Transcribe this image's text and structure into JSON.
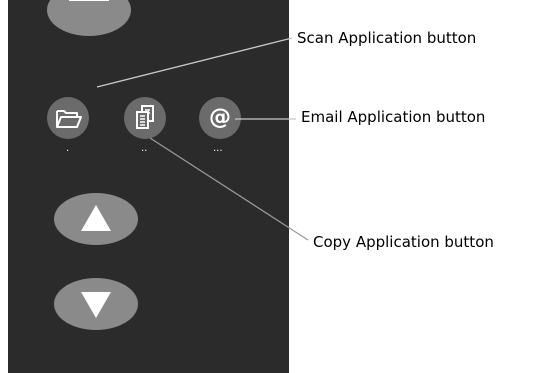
{
  "panel": {
    "background": "#2b2b2b",
    "button_color": "#6b6b6b",
    "nav_color": "#8a8a8a"
  },
  "buttons": {
    "menu": {
      "icon": "menu-bar-icon"
    },
    "scan": {
      "icon": "folder-open-icon",
      "indicator": "."
    },
    "copy": {
      "icon": "copy-documents-icon",
      "indicator": ".."
    },
    "email": {
      "icon": "at-sign-icon",
      "glyph": "@",
      "indicator": "..."
    },
    "up": {
      "icon": "arrow-up-icon"
    },
    "down": {
      "icon": "arrow-down-icon"
    }
  },
  "callouts": {
    "scan": "Scan Application button",
    "email": "Email Application button",
    "copy": "Copy Application button"
  }
}
